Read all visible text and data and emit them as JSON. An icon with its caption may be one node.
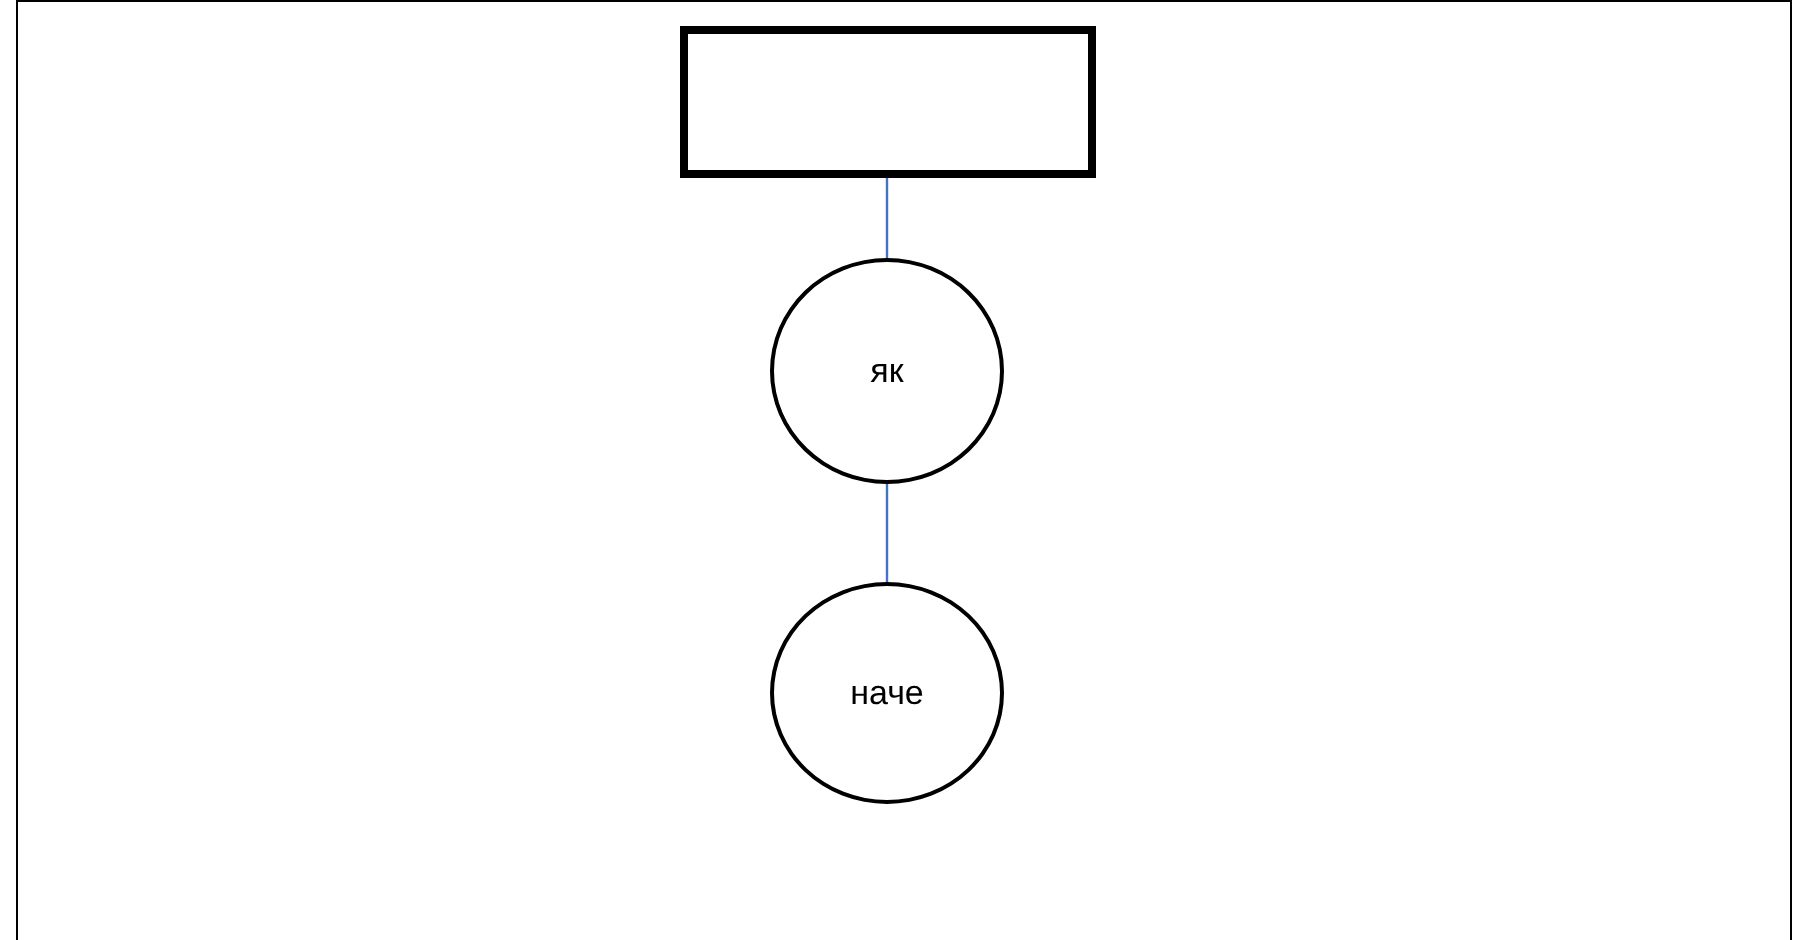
{
  "diagram": {
    "nodes": [
      {
        "text": [],
        "shape": "box"
      },
      {
        "text": [
          "як"
        ]
      },
      {
        "text": [
          "наче"
        ]
      }
    ],
    "edges": [
      {
        "from": 0,
        "to": 1,
        "arrow": "none"
      },
      {
        "from": 1,
        "to": 2,
        "arrow": "none"
      }
    ]
  }
}
